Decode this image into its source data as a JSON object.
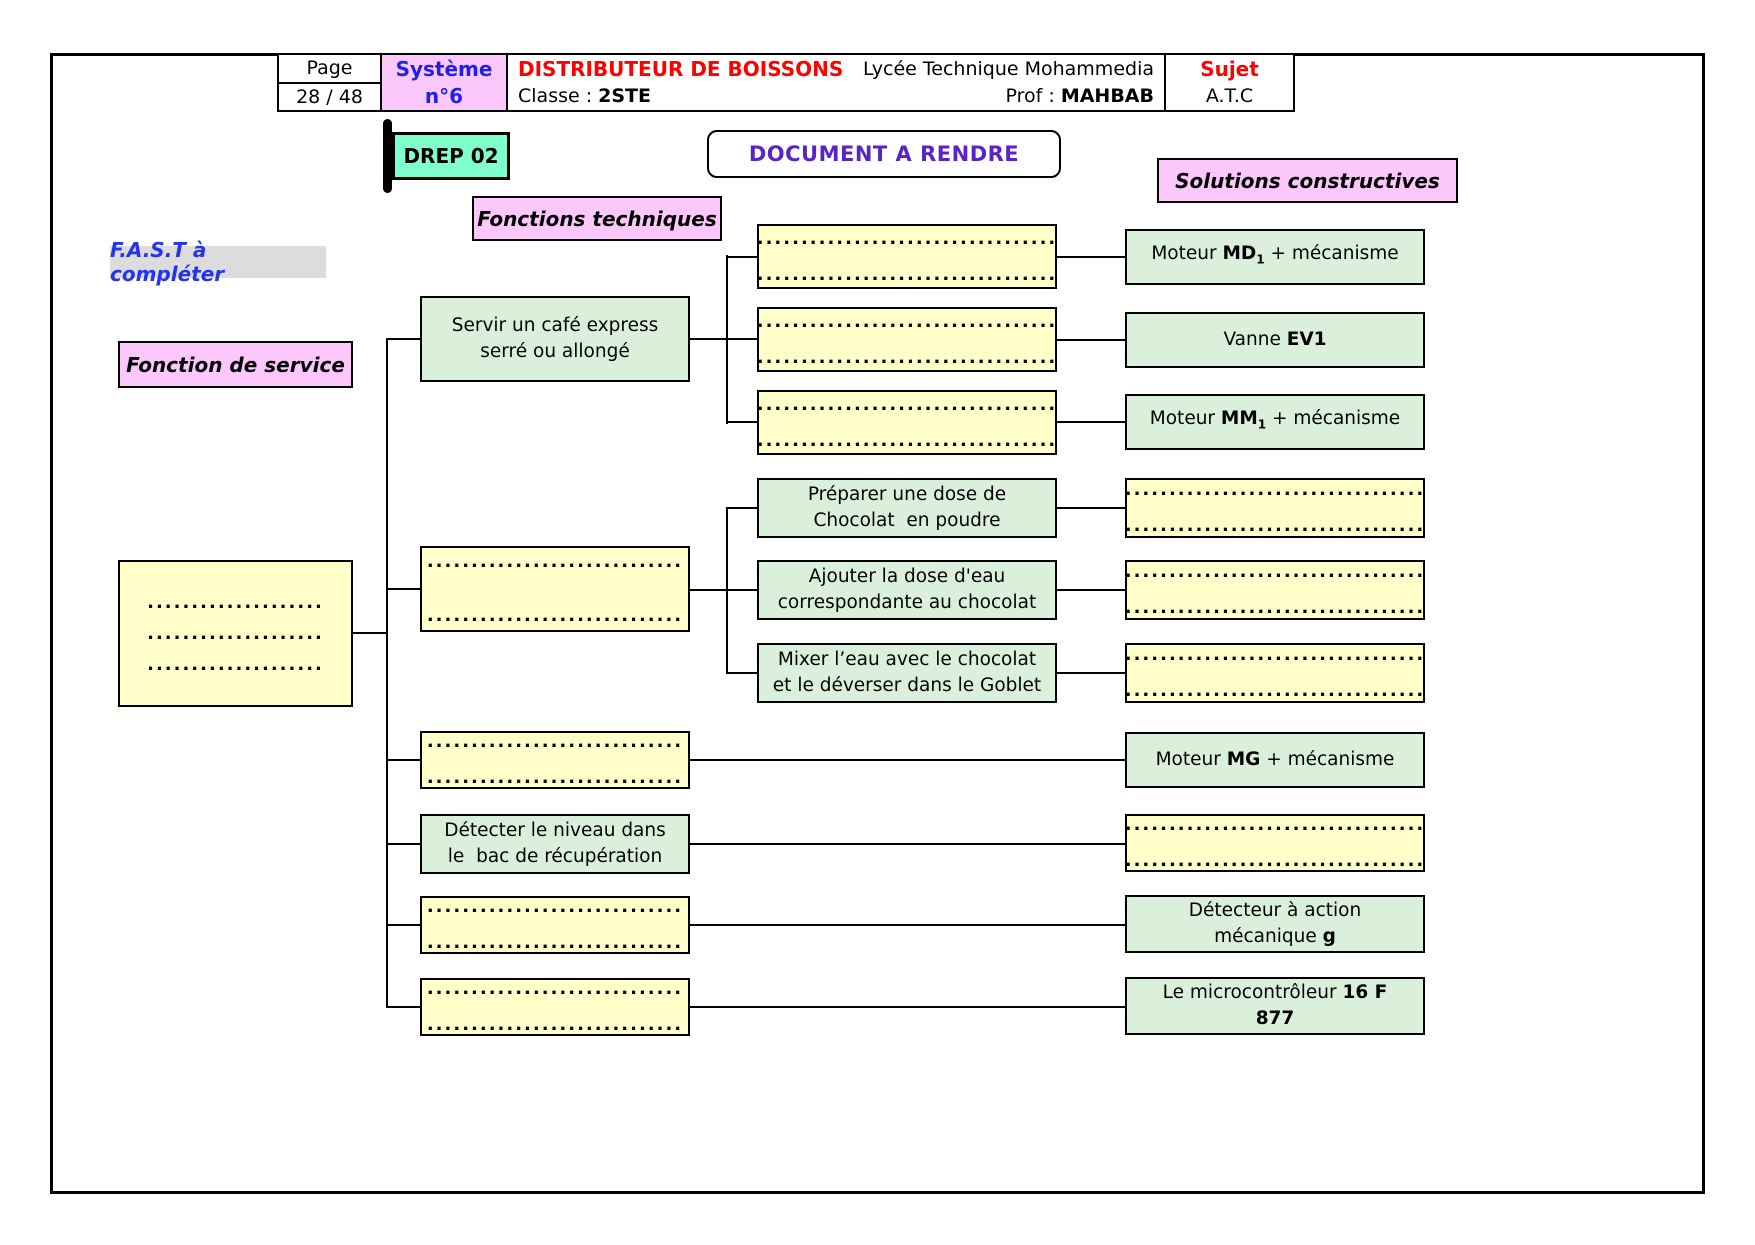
{
  "colors": {
    "yellow": "#FFFFC9",
    "green": "#DBF0DB",
    "pink": "#FCC7FA",
    "aqua": "#7FFFCB",
    "purple": "#5A23C8",
    "blue": "#2020E6",
    "fastblue": "#2433F0",
    "red": "#FF0000",
    "gray": "#DCDCDC"
  },
  "header": {
    "page_label": "Page",
    "page_value": "28 / 48",
    "system_line1": "Système",
    "system_line2": "n°6",
    "title": "DISTRIBUTEUR DE BOISSONS",
    "school": "Lycée Technique Mohammedia",
    "class_label": "Classe : ",
    "class_value": "2STE",
    "prof_label": "Prof : ",
    "prof_value": "MAHBAB",
    "subject_label": "Sujet",
    "subject_value": "A.T.C"
  },
  "labels": {
    "drep": "DREP 02",
    "document_a_rendre": "DOCUMENT A RENDRE",
    "solutions_constructives": "Solutions constructives",
    "fonctions_techniques": "Fonctions techniques",
    "fast": "F.A.S.T à compléter",
    "fonction_de_service": "Fonction de service"
  },
  "service_function_box": {
    "line1": "....................",
    "line2": "....................",
    "line3": "...................."
  },
  "technical_functions": {
    "servir": {
      "line1": "Servir un café express",
      "line2": "serré ou allongé"
    },
    "tf2": {
      "line1": ".............................",
      "line2": "............................."
    },
    "tf3": {
      "line1": ".............................",
      "line2": "............................."
    },
    "detecter": {
      "line1": "Détecter le niveau dans",
      "line2": "le  bac de récupération"
    },
    "tf5": {
      "line1": ".............................",
      "line2": "............................."
    },
    "tf6": {
      "line1": ".............................",
      "line2": "............................."
    }
  },
  "sub_functions": {
    "sf1": {
      "line1": "..................................",
      "line2": ".................................."
    },
    "sf2": {
      "line1": "..................................",
      "line2": ".................................."
    },
    "sf3": {
      "line1": "..................................",
      "line2": ".................................."
    },
    "preparer": {
      "line1": "Préparer une dose de",
      "line2": "Chocolat  en poudre"
    },
    "ajouter": {
      "line1": "Ajouter la dose d'eau",
      "line2": "correspondante au chocolat"
    },
    "mixer": {
      "line1": "Mixer l’eau avec le chocolat",
      "line2": "et le déverser dans le Goblet"
    }
  },
  "solutions": {
    "md1": {
      "pre": "Moteur ",
      "bold": "MD",
      "sub": "1",
      "post": " + mécanisme"
    },
    "ev1": {
      "pre": "Vanne ",
      "bold": "EV1"
    },
    "mm1": {
      "pre": "Moteur ",
      "bold": "MM",
      "sub": "1",
      "post": " + mécanisme"
    },
    "s4": {
      "line1": "..................................",
      "line2": ".................................."
    },
    "s5": {
      "line1": "..................................",
      "line2": ".................................."
    },
    "s6": {
      "line1": "..................................",
      "line2": ".................................."
    },
    "mg": {
      "pre": "Moteur ",
      "bold": "MG",
      "post": " + mécanisme"
    },
    "s8": {
      "line1": "..................................",
      "line2": ".................................."
    },
    "detecteur": {
      "line1": "Détecteur à action",
      "line2_pre": "mécanique ",
      "line2_bold": "g"
    },
    "micro": {
      "line1_pre": "Le microcontrôleur ",
      "line1_bold": "16 F",
      "line2_bold": "877"
    }
  }
}
